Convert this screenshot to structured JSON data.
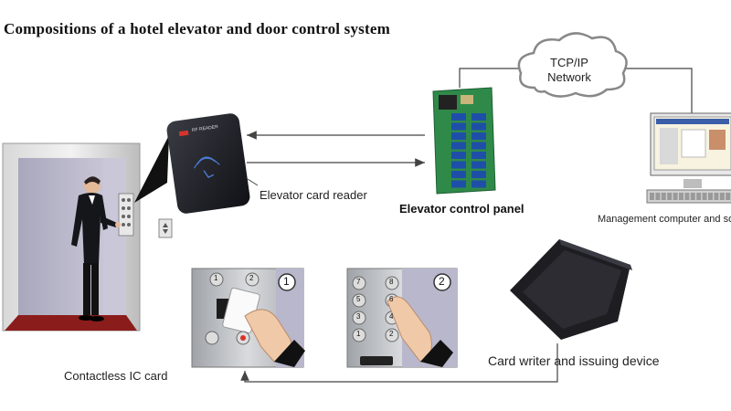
{
  "title": "Compositions of a hotel elevator and door control system",
  "labels": {
    "cloud": "TCP/IP\nNetwork",
    "cloud_line1": "TCP/IP",
    "cloud_line2": "Network",
    "reader": "Elevator card reader",
    "panel": "Elevator control panel",
    "computer": "Management computer and so",
    "ic_card": "Contactless IC card",
    "writer": "Card writer and issuing device",
    "reader_brand": "RF READER",
    "step1": "1",
    "step2": "2"
  },
  "keypad1": [
    "1",
    "2"
  ],
  "keypad2": [
    "7",
    "8",
    "5",
    "6",
    "3",
    "4",
    "1",
    "2"
  ],
  "colors": {
    "pcb": "#2f8a4a",
    "relay": "#1e4fa8",
    "reader": "#1a1c22",
    "carpet": "#8b1c1c",
    "elevator_wall": "#b8b6c8",
    "arrow": "#444444"
  }
}
